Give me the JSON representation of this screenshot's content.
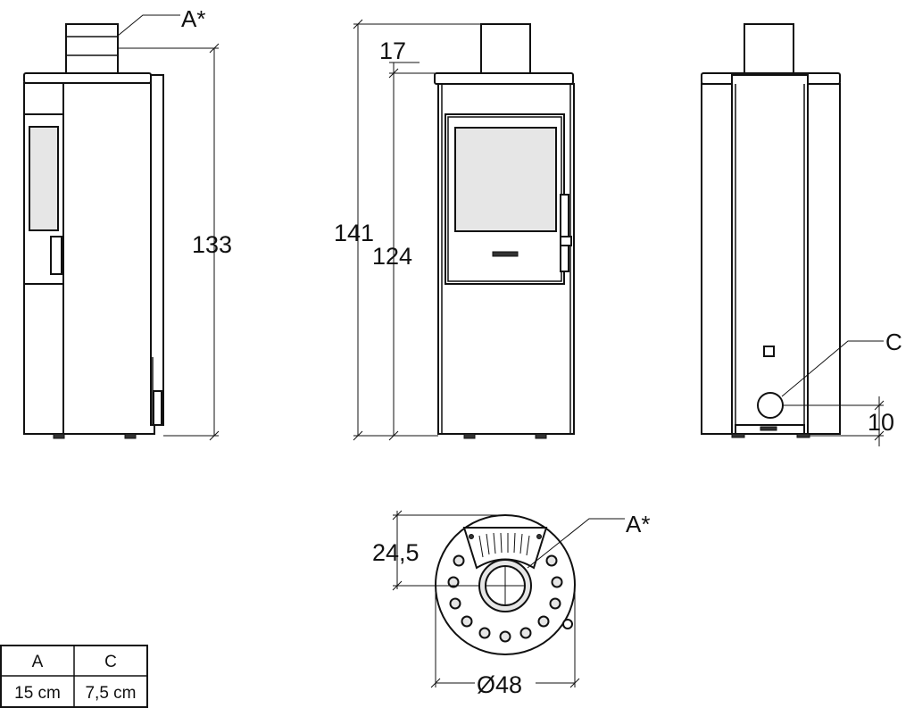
{
  "labels": {
    "side_flue": "A*",
    "top_flue": "A*",
    "rear_connection": "C"
  },
  "dimensions": {
    "side_height": "133",
    "front_total": "141",
    "front_body": "124",
    "front_top": "17",
    "rear_offset": "10",
    "plan_depth": "24,5",
    "plan_diameter": "Ø48"
  },
  "table": {
    "headers": [
      "A",
      "C"
    ],
    "values": [
      "15 cm",
      "7,5 cm"
    ]
  }
}
